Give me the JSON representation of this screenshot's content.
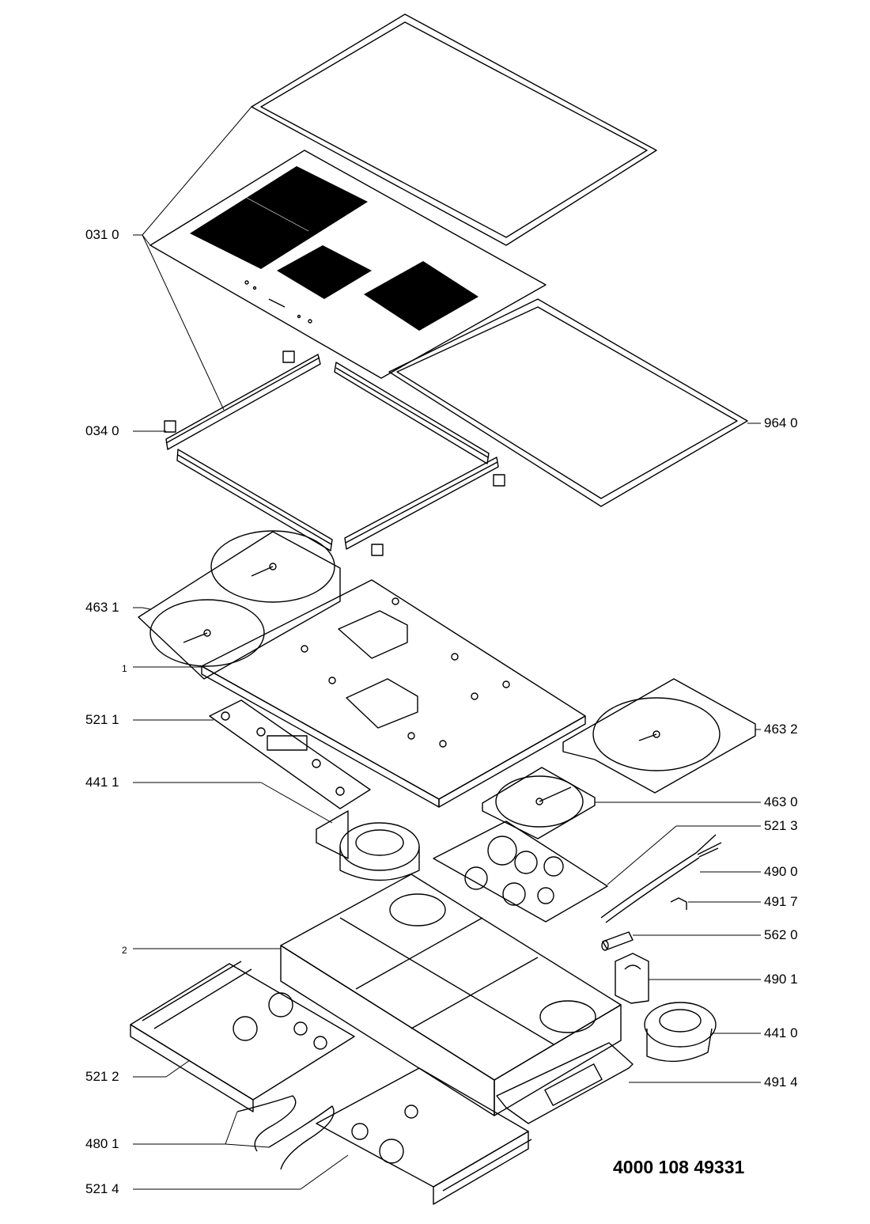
{
  "document_number": "4000 108 49331",
  "parts": [
    {
      "id": "p0310",
      "label": "031 0"
    },
    {
      "id": "p0340",
      "label": "034 0"
    },
    {
      "id": "p9640",
      "label": "964 0"
    },
    {
      "id": "p4631",
      "label": "463 1"
    },
    {
      "id": "p1",
      "label": "1"
    },
    {
      "id": "p5211",
      "label": "521 1"
    },
    {
      "id": "p4632",
      "label": "463 2"
    },
    {
      "id": "p4411",
      "label": "441 1"
    },
    {
      "id": "p4630",
      "label": "463 0"
    },
    {
      "id": "p5213",
      "label": "521 3"
    },
    {
      "id": "p4900",
      "label": "490 0"
    },
    {
      "id": "p4917",
      "label": "491 7"
    },
    {
      "id": "p2",
      "label": "2"
    },
    {
      "id": "p5620",
      "label": "562 0"
    },
    {
      "id": "p4901",
      "label": "490 1"
    },
    {
      "id": "p4410",
      "label": "441 0"
    },
    {
      "id": "p5212",
      "label": "521 2"
    },
    {
      "id": "p4914",
      "label": "491 4"
    },
    {
      "id": "p4801",
      "label": "480 1"
    },
    {
      "id": "p5214",
      "label": "521 4"
    }
  ]
}
